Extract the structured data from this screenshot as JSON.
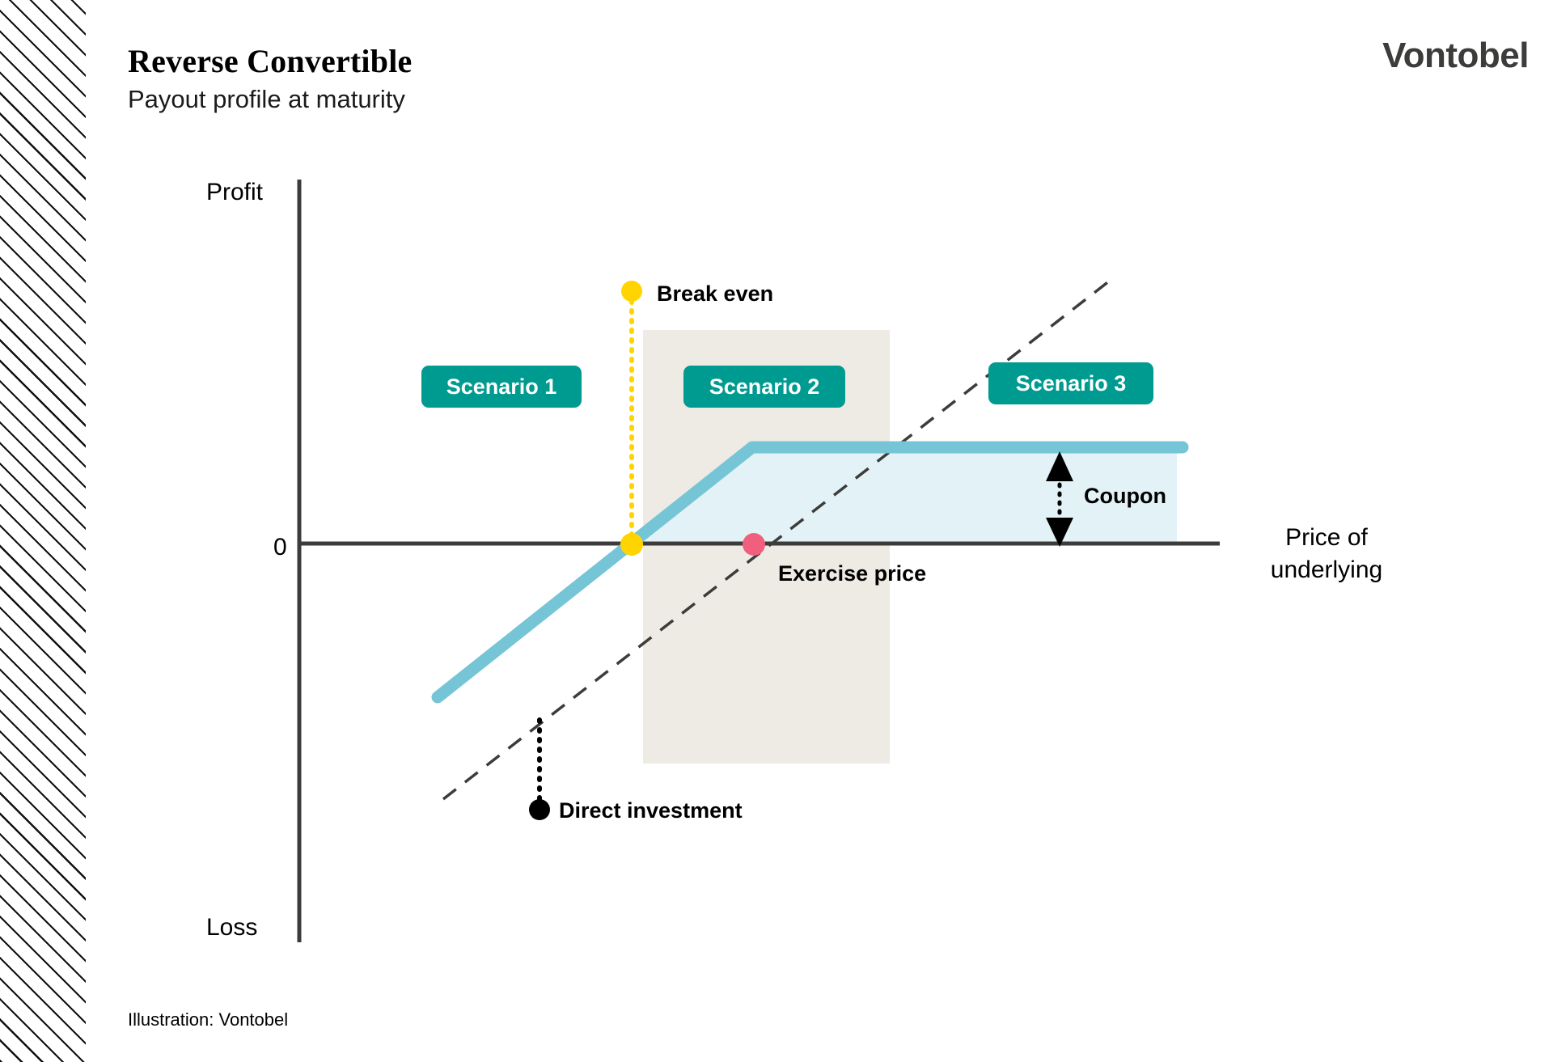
{
  "header": {
    "title": "Reverse Convertible",
    "subtitle": "Payout profile at maturity",
    "brand": "Vontobel"
  },
  "footer": {
    "note": "Illustration:  Vontobel"
  },
  "colors": {
    "brand_dark": "#3c3c3b",
    "badge_teal": "#009b90",
    "payoff_line": "#76c5d7",
    "payoff_fill": "#e3f2f7",
    "scenario2_band": "#edebe3",
    "breakeven_dot": "#ffd400",
    "exercise_dot": "#f0607e",
    "axis": "#3c3c3b",
    "direct_investment": "#000000"
  },
  "chart_data": {
    "type": "line",
    "title": "Reverse Convertible",
    "subtitle": "Payout profile at maturity",
    "xlabel": "Price of underlying",
    "ylabel": "Profit / Loss",
    "y_axis_top_label": "Profit",
    "y_axis_zero_label": "0",
    "y_axis_bottom_label": "Loss",
    "grid": false,
    "legend_position": "inline-annotations",
    "axis_labels": {
      "profit": "Profit",
      "zero": "0",
      "loss": "Loss",
      "price_of_underlying": "Price of underlying"
    },
    "series": [
      {
        "name": "Reverse Convertible payout",
        "style": "solid-thick",
        "color": "#76c5d7",
        "points": [
          {
            "x": 0.13,
            "y": -0.29
          },
          {
            "x": 0.48,
            "y": 0.13
          },
          {
            "x": 1.0,
            "y": 0.13
          }
        ]
      },
      {
        "name": "Direct investment",
        "style": "dashed",
        "color": "#3c3c3b",
        "points": [
          {
            "x": 0.09,
            "y": -0.4
          },
          {
            "x": 0.89,
            "y": 0.31
          }
        ]
      }
    ],
    "markers": [
      {
        "name": "Break even",
        "color": "#ffd400",
        "x": 0.36,
        "y": 0.0
      },
      {
        "name": "Exercise price",
        "color": "#f0607e",
        "x": 0.5,
        "y": 0.0
      },
      {
        "name": "Direct investment",
        "color": "#000000",
        "x": 0.27,
        "y": -0.47
      }
    ],
    "annotations": [
      {
        "label": "Break even",
        "type": "marker-callout"
      },
      {
        "label": "Exercise price",
        "type": "marker-callout"
      },
      {
        "label": "Direct investment",
        "type": "marker-callout"
      },
      {
        "label": "Coupon",
        "type": "measure-arrow",
        "description": "vertical double arrow from payout plateau down to zero line"
      },
      {
        "label": "Scenario 1",
        "type": "badge"
      },
      {
        "label": "Scenario 2",
        "type": "badge"
      },
      {
        "label": "Scenario 3",
        "type": "badge"
      }
    ],
    "scenario_band": {
      "name": "Scenario 2 region",
      "color": "#edebe3",
      "x_start": 0.36,
      "x_end": 0.585
    },
    "fill_region": {
      "name": "Payout area above zero",
      "color": "#e3f2f7",
      "description": "area between payout line and zero axis from break-even to right edge"
    }
  },
  "labels": {
    "break_even": "Break even",
    "exercise_price": "Exercise price",
    "coupon": "Coupon",
    "direct_investment": "Direct investment",
    "scenario_1": "Scenario 1",
    "scenario_2": "Scenario 2",
    "scenario_3": "Scenario 3",
    "profit": "Profit",
    "zero": "0",
    "loss": "Loss",
    "price_of_underlying_line1": "Price of",
    "price_of_underlying_line2": "underlying"
  }
}
